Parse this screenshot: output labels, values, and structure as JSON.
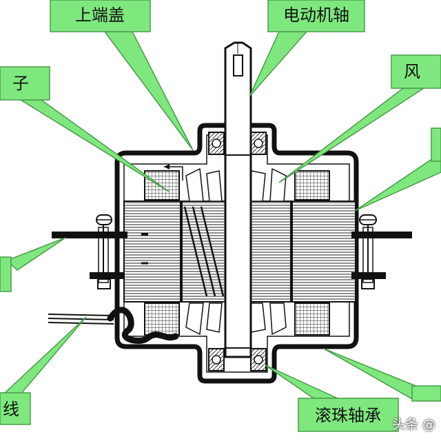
{
  "labels": {
    "top_cover": "上端盖",
    "motor_shaft": "电动机轴",
    "rotor_partial": "子",
    "fan_partial": "风",
    "wire_partial": "线",
    "ball_bearing": "滚珠轴承"
  },
  "watermark": "头条 @",
  "colors": {
    "callout_fill": "#7ee87e",
    "callout_stroke": "#4a9a4a",
    "line": "#111111",
    "background": "#ffffff"
  }
}
